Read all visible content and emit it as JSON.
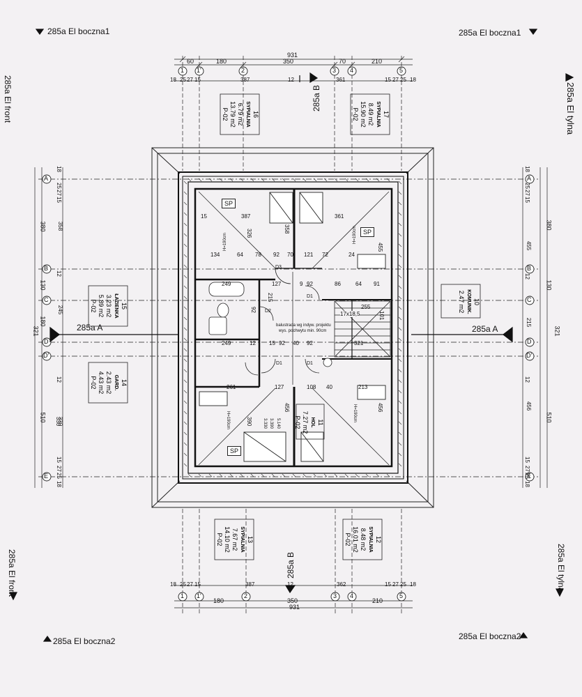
{
  "sections": {
    "top_left": "285a El boczna1",
    "top_right": "285a El boczna1",
    "bottom_left": "285a El boczna2",
    "bottom_right": "285a El boczna2",
    "left_top": "285a El front",
    "left_bottom": "285a El front",
    "right_top": "285a El tylna",
    "right_bottom": "285a El tylna",
    "cut_b_top": "285a B",
    "cut_b_bottom": "285a B",
    "cut_a_left": "285a A",
    "cut_a_right": "285a A"
  },
  "axes_x": [
    "1",
    "1'",
    "2",
    "3",
    "4",
    "5"
  ],
  "axes_y": [
    "A",
    "B",
    "C",
    "D",
    "D'",
    "E"
  ],
  "dims_top": {
    "total": "931",
    "segs": [
      "60",
      "180",
      "350",
      "70",
      "210"
    ],
    "sub": [
      "18",
      "25",
      "27",
      "15",
      "387",
      "12",
      "361",
      "15",
      "27",
      "25",
      "18"
    ]
  },
  "dims_bottom": {
    "total": "931",
    "segs": [
      "180",
      "350",
      "210"
    ],
    "sub": [
      "18",
      "25",
      "27",
      "15",
      "387",
      "12",
      "362",
      "15",
      "27",
      "25",
      "18"
    ]
  },
  "dims_left": [
    "18",
    "25",
    "27",
    "15",
    "380",
    "358",
    "12",
    "130",
    "245",
    "180",
    "321",
    "12",
    "330",
    "510",
    "15",
    "27",
    "25",
    "18"
  ],
  "dims_right": [
    "18",
    "25",
    "27",
    "15",
    "380",
    "455",
    "12",
    "130",
    "215",
    "321",
    "12",
    "456",
    "510",
    "15",
    "27",
    "25",
    "18"
  ],
  "rooms": [
    {
      "num": "16",
      "name": "SYPIALNIA",
      "a1": "6.79 m2",
      "a2": "13.79 m2",
      "floor": "P-02"
    },
    {
      "num": "17",
      "name": "SYPIALNIA",
      "a1": "8.49 m2",
      "a2": "15.90 m2",
      "floor": "P-02"
    },
    {
      "num": "15",
      "name": "ŁAZIENKA",
      "a1": "3.23 m2",
      "a2": "5.89 m2",
      "floor": "P-02"
    },
    {
      "num": "10",
      "name": "KOMUNIK.",
      "a1": "2.47 m2",
      "a2": "",
      "floor": ""
    },
    {
      "num": "14",
      "name": "GARD.",
      "a1": "2.43 m2",
      "a2": "4.43 m2",
      "floor": "P-02"
    },
    {
      "num": "11",
      "name": "HOL",
      "a1": "7.27 m2",
      "a2": "",
      "floor": "P-02"
    },
    {
      "num": "13",
      "name": "SYPIALNIA",
      "a1": "7.67 m2",
      "a2": "14.10 m2",
      "floor": "P-02"
    },
    {
      "num": "12",
      "name": "SYPIALNIA",
      "a1": "8.48 m2",
      "a2": "16.01 m2",
      "floor": "P-02"
    }
  ],
  "plan_labels": {
    "sp": "SP",
    "h190": "H=190cm",
    "balustrade1": "balustrada wg indyw. projektu",
    "balustrade2": "wys. pochwytu min. 90cm",
    "stairs": "17x18,5",
    "d1": "D1",
    "d2": "D2",
    "d3": "D3",
    "k140": "5.140",
    "k390": "3.390",
    "k330": "3.330"
  },
  "inner_dims": [
    "387",
    "361",
    "15",
    "326",
    "358",
    "134",
    "64",
    "78",
    "92",
    "70",
    "121",
    "72",
    "24",
    "455",
    "249",
    "127",
    "9",
    "92",
    "86",
    "64",
    "91",
    "255",
    "92",
    "215",
    "101",
    "249",
    "12",
    "15",
    "92",
    "40",
    "92",
    "321",
    "261",
    "127",
    "108",
    "40",
    "213",
    "456",
    "390",
    "456",
    "330"
  ]
}
